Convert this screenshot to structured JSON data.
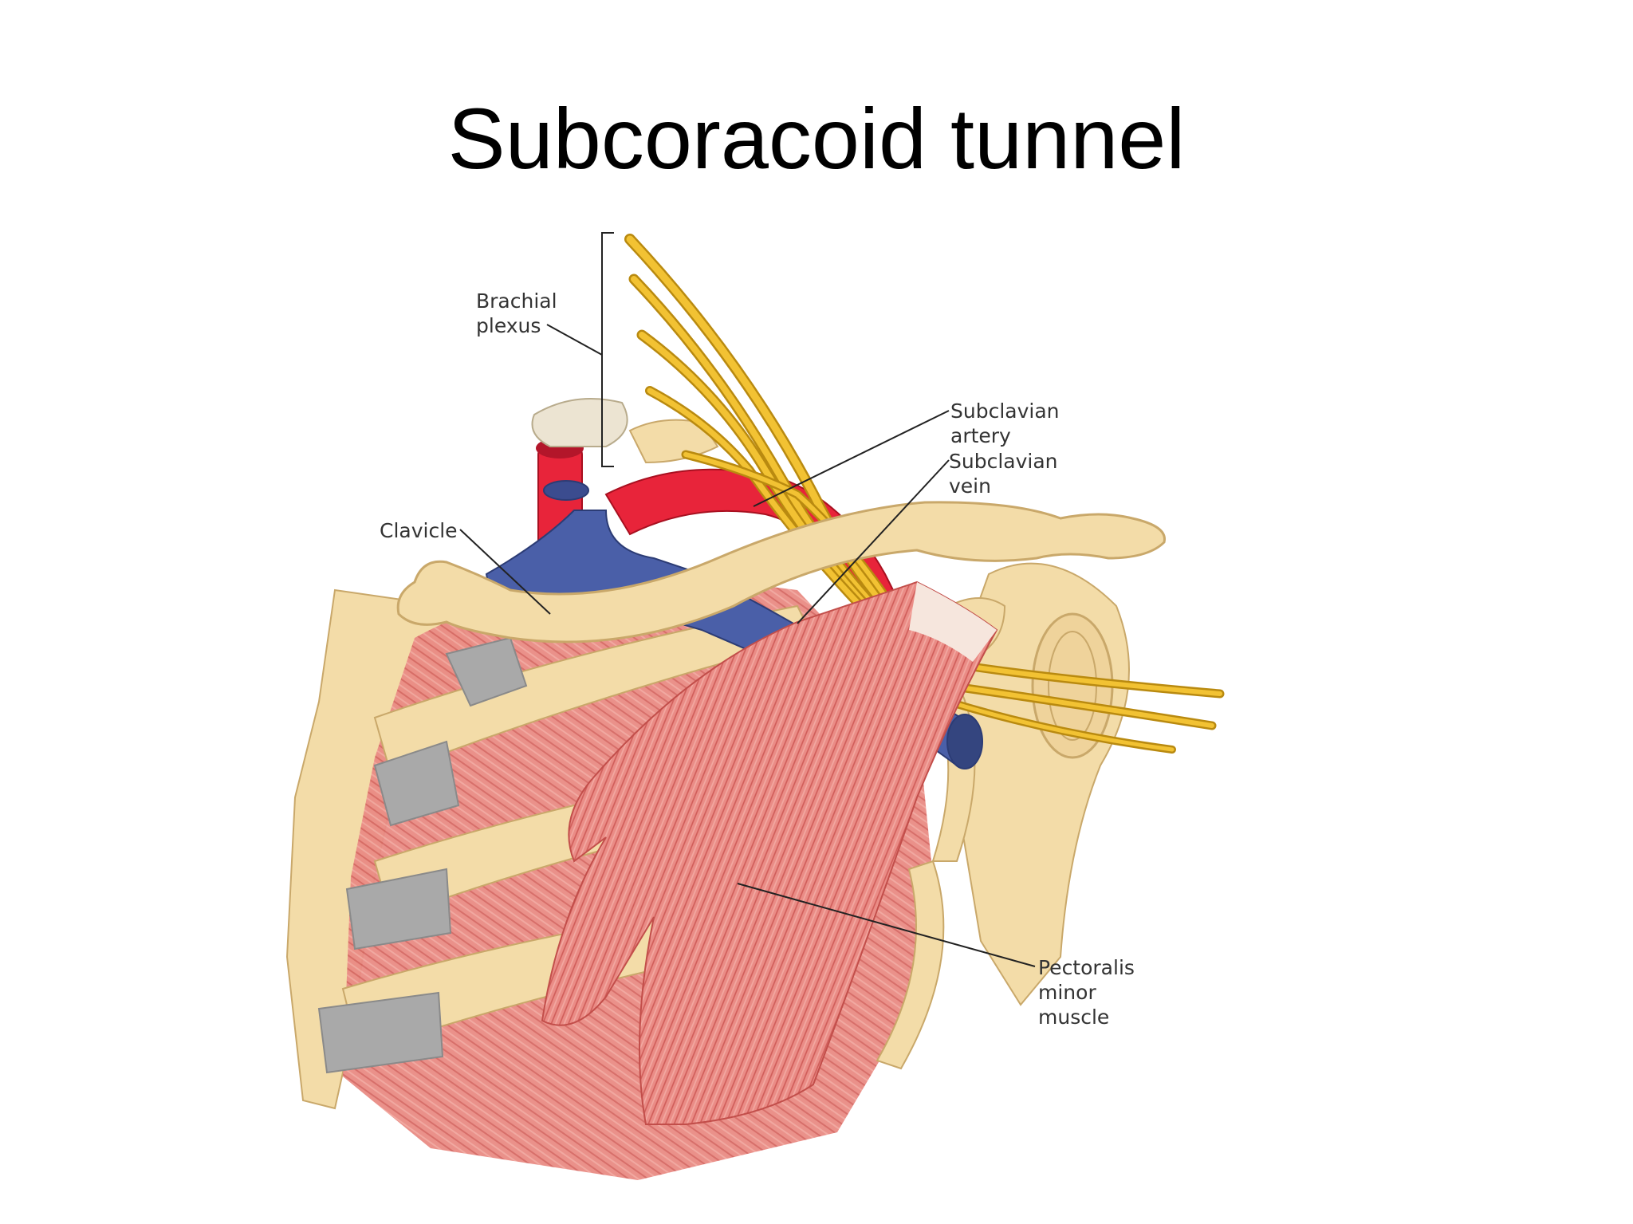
{
  "slide": {
    "title": "Subcoracoid tunnel"
  },
  "labels": {
    "brachial_plexus": [
      "Brachial",
      "plexus"
    ],
    "subclavian_artery": [
      "Subclavian",
      "artery"
    ],
    "subclavian_vein": [
      "Subclavian",
      "vein"
    ],
    "clavicle": [
      "Clavicle"
    ],
    "pectoralis_minor": [
      "Pectoralis",
      "minor",
      "muscle"
    ]
  },
  "colors": {
    "bone": "#f3dca8",
    "bone_edge": "#c9a86a",
    "muscle": "#e8837f",
    "muscle_dark": "#d4615e",
    "artery": "#e8243a",
    "vein": "#4a5fa8",
    "nerve": "#f2c233",
    "cartilage": "#a9a9a9",
    "leader": "#222222"
  }
}
